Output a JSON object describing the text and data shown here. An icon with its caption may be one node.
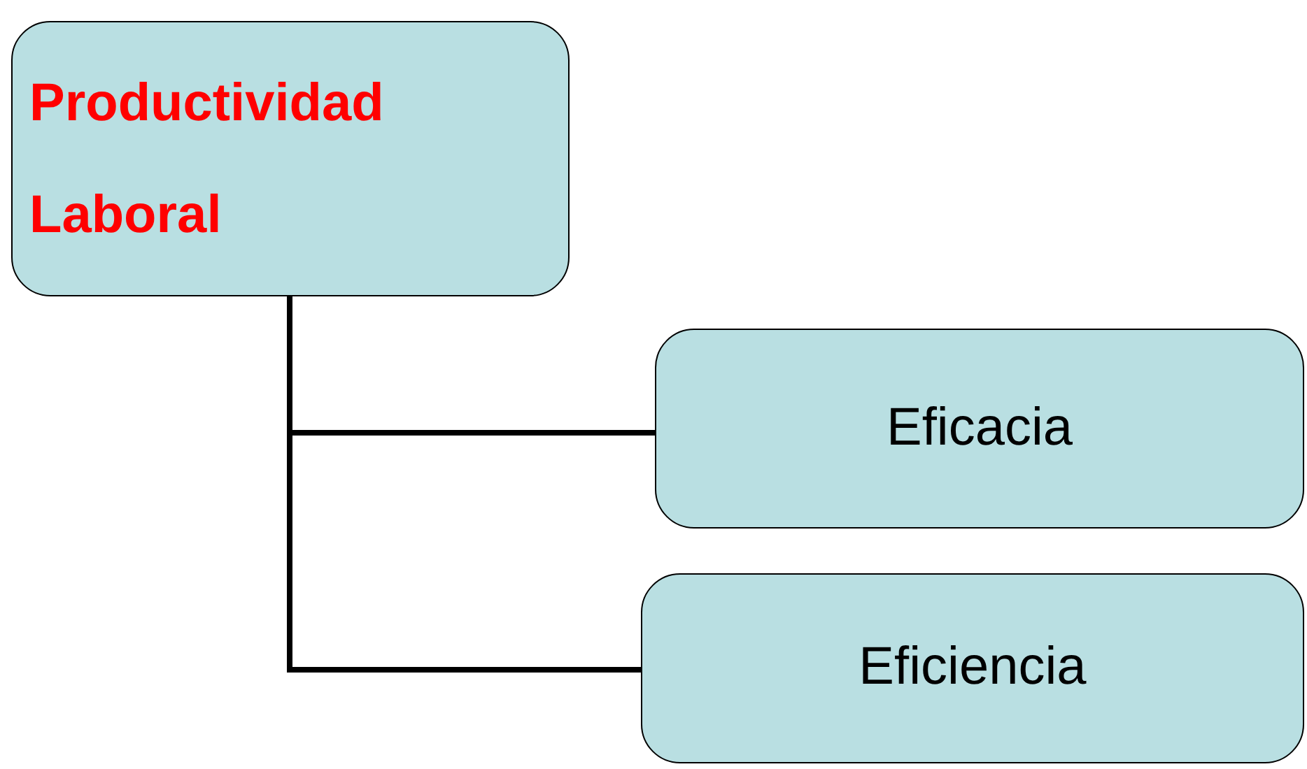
{
  "diagram": {
    "nodes": [
      {
        "text": [
          "Productividad Laboral"
        ]
      },
      {
        "text": [
          "Eficacia"
        ]
      },
      {
        "text": [
          "Eficiencia"
        ]
      }
    ],
    "edges": [
      {
        "from": 0,
        "to": 1,
        "arrow": "none"
      },
      {
        "from": 0,
        "to": 2,
        "arrow": "none"
      }
    ]
  }
}
